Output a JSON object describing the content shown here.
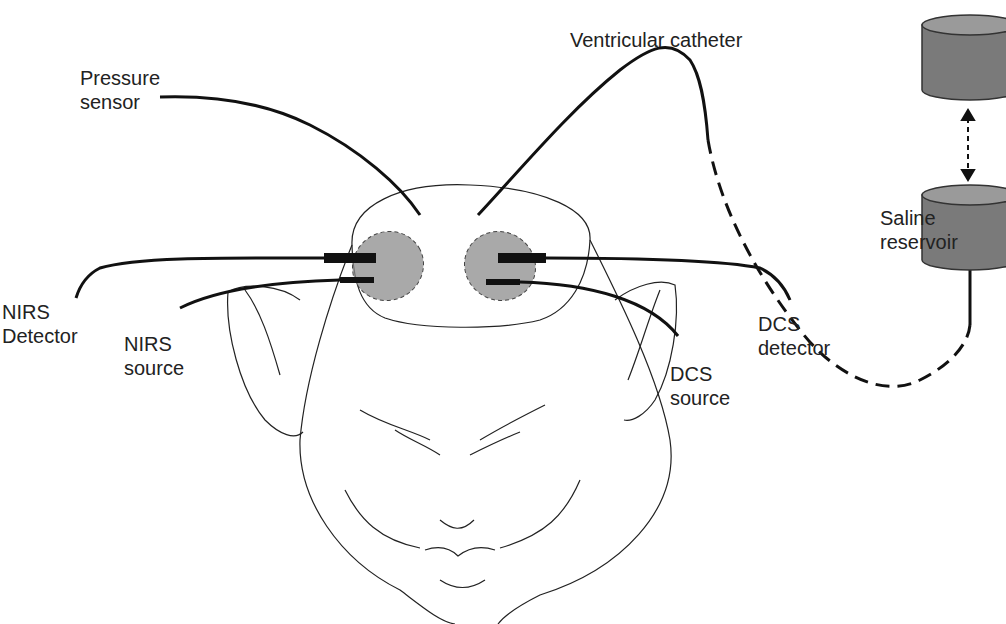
{
  "diagram": {
    "labels": [
      "Pressure sensor",
      "Ventricular catheter",
      "Saline reservoir",
      "NIRS Detector",
      "NIRS source",
      "DCS detector",
      "DCS source"
    ]
  }
}
